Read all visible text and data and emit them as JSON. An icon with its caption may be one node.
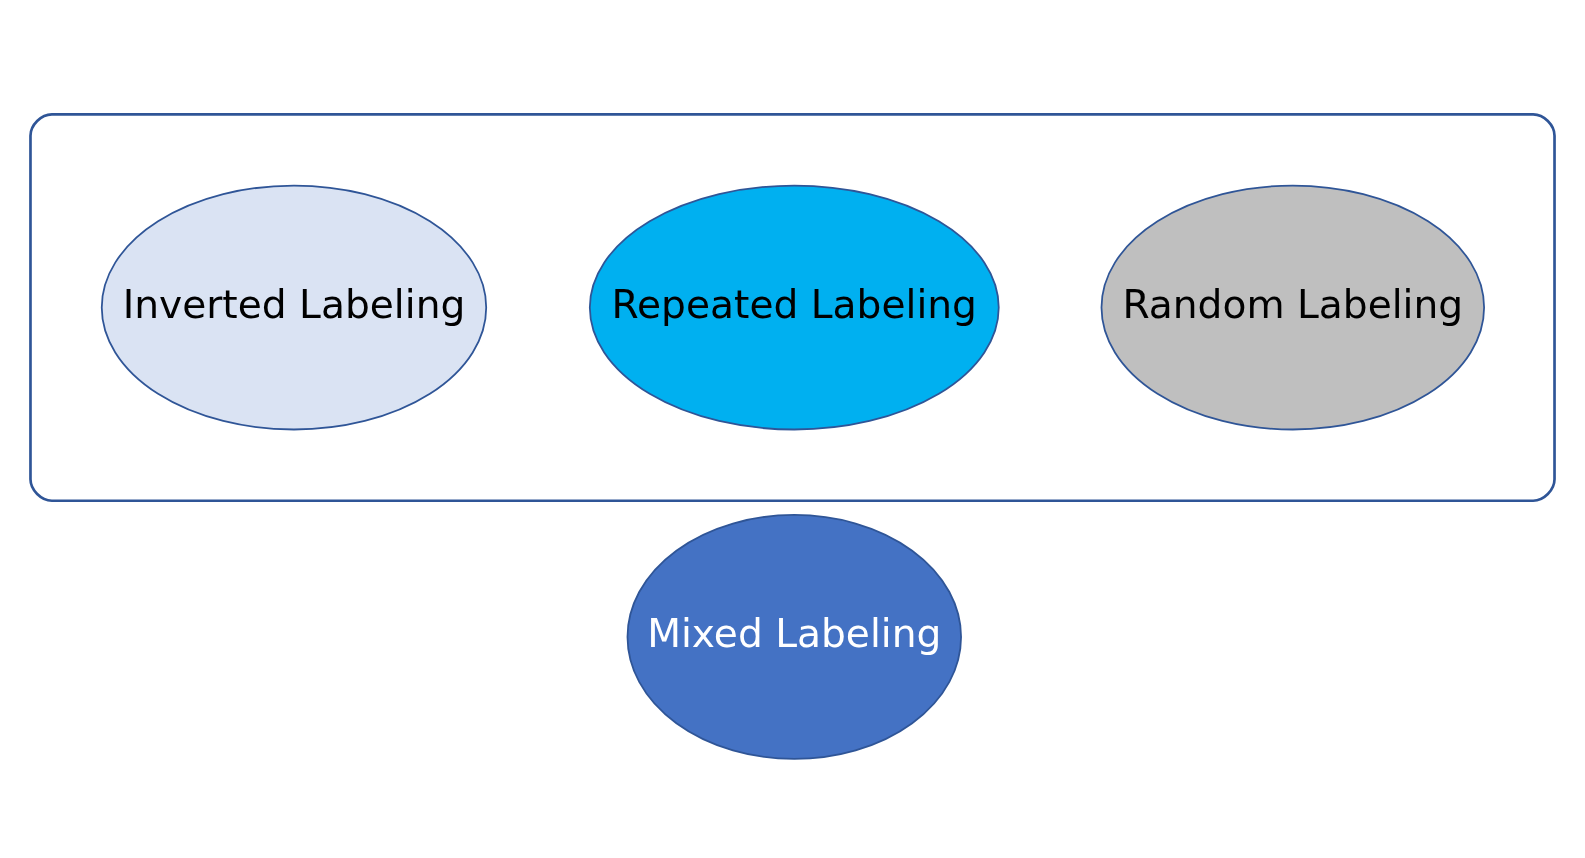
{
  "diagram": {
    "nodes": [
      {
        "text": [],
        "shape": "ellipse"
      },
      {
        "text": [
          "Random Labeling"
        ],
        "in": 0
      },
      {
        "text": [
          "Repeated Labeling"
        ],
        "in": 0
      },
      {
        "text": [
          "Inverted Labeling"
        ],
        "in": 0
      },
      {
        "text": [
          "Mixed Labeling"
        ]
      }
    ]
  }
}
